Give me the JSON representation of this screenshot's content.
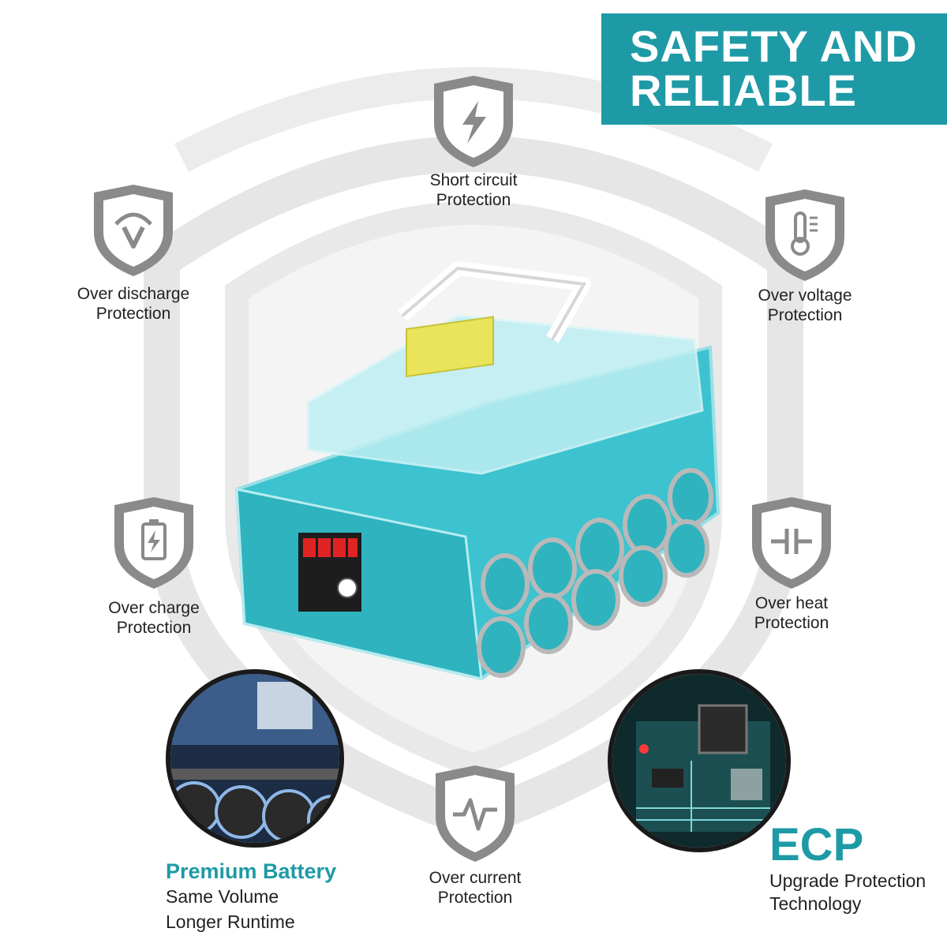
{
  "banner": {
    "line1": "SAFETY AND",
    "line2": "RELIABLE"
  },
  "features": {
    "short_circuit": {
      "line1": "Short circuit",
      "line2": "Protection",
      "icon": "lightning-icon"
    },
    "over_discharge": {
      "line1": "Over discharge",
      "line2": "Protection",
      "icon": "gauge-v-icon"
    },
    "over_voltage": {
      "line1": "Over voltage",
      "line2": "Protection",
      "icon": "thermometer-icon"
    },
    "over_charge": {
      "line1": "Over charge",
      "line2": "Protection",
      "icon": "battery-charge-icon"
    },
    "over_heat": {
      "line1": "Over heat",
      "line2": "Protection",
      "icon": "capacitor-icon"
    },
    "over_current": {
      "line1": "Over current",
      "line2": "Protection",
      "icon": "pulse-icon"
    }
  },
  "premium": {
    "title": "Premium Battery",
    "line1": "Same Volume",
    "line2": "Longer Runtime"
  },
  "ecp": {
    "title": "ECP",
    "line1": "Upgrade Protection",
    "line2": "Technology"
  },
  "colors": {
    "accent": "#1e9aa6",
    "icon_gray": "#8a8a8a",
    "battery_teal": "#3cc3cf"
  }
}
